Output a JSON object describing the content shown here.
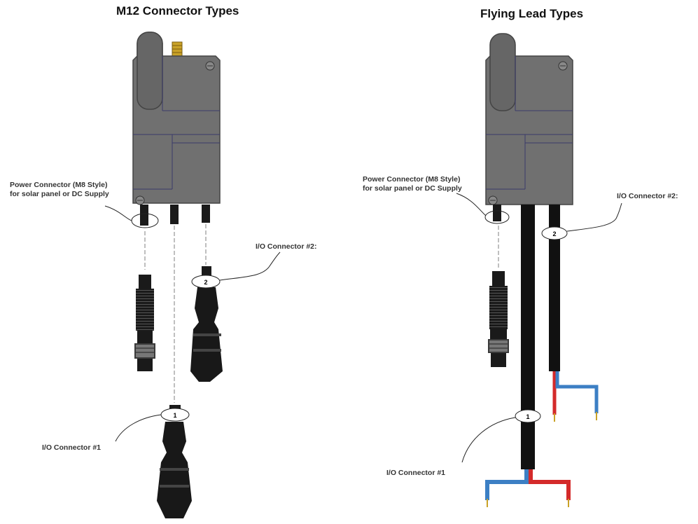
{
  "left": {
    "title": "M12 Connector Types",
    "power_label_line1": "Power Connector (M8 Style)",
    "power_label_line2": "for solar panel or DC Supply",
    "io2_label": "I/O Connector #2:",
    "io1_label": "I/O Connector #1",
    "io1_number": "1",
    "io2_number": "2"
  },
  "right": {
    "title": "Flying Lead Types",
    "power_label_line1": "Power Connector (M8 Style)",
    "power_label_line2": "for solar panel or DC Supply",
    "io2_label": "I/O Connector #2:",
    "io1_label": "I/O Connector #1",
    "io1_number": "1",
    "io2_number": "2"
  },
  "colors": {
    "housing": "#6f6f6f",
    "cable": "#111111",
    "wire_red": "#d42a2a",
    "wire_blue": "#3c7fc4",
    "pin": "#c9a227"
  }
}
